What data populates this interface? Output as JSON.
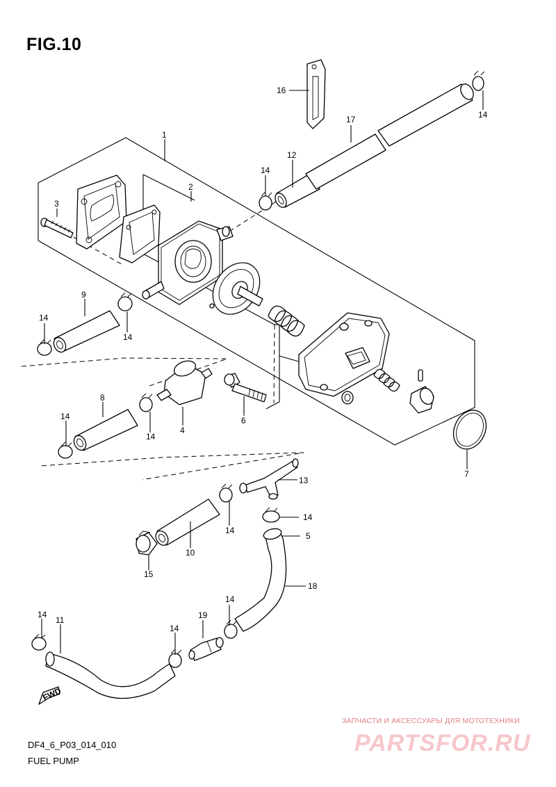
{
  "figure_title": "FIG.10",
  "drawing_code": "DF4_6_P03_014_010",
  "assembly_name": "FUEL PUMP",
  "watermark": {
    "tagline": "ЗАПЧАСТИ И АКСЕССУАРЫ ДЛЯ МОТОТЕХНИКИ",
    "logo": "PARTSFOR.RU"
  },
  "fwd_label": "FWD",
  "callouts": {
    "c1": "1",
    "c2": "2",
    "c3": "3",
    "c4": "4",
    "c5": "5",
    "c6": "6",
    "c7": "7",
    "c8": "8",
    "c9": "9",
    "c10": "10",
    "c11": "11",
    "c12": "12",
    "c13": "13",
    "c14a": "14",
    "c14b": "14",
    "c14c": "14",
    "c14d": "14",
    "c14e": "14",
    "c14f": "14",
    "c14g": "14",
    "c14h": "14",
    "c14i": "14",
    "c14j": "14",
    "c14k": "14",
    "c15": "15",
    "c16": "16",
    "c17": "17",
    "c18": "18",
    "c19": "19"
  }
}
